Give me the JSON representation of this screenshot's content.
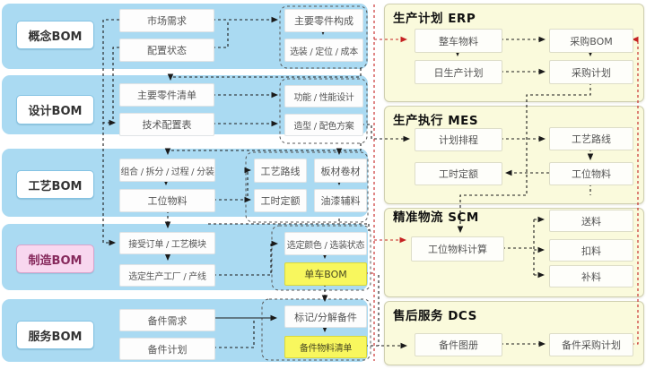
{
  "left": {
    "bands": [
      {
        "label": "概念BOM"
      },
      {
        "label": "设计BOM"
      },
      {
        "label": "工艺BOM"
      },
      {
        "label": "制造BOM"
      },
      {
        "label": "服务BOM"
      }
    ]
  },
  "nodes": {
    "market_demand": "市场需求",
    "config_status": "配置状态",
    "main_parts_composition": "主要零件构成",
    "option_position_cost": "选装 / 定位 / 成本",
    "main_parts_list": "主要零件清单",
    "tech_config_table": "技术配置表",
    "function_performance_design": "功能 / 性能设计",
    "styling_color_scheme": "造型 / 配色方案",
    "combine_split_process_subassembly": "组合 / 拆分 / 过程 / 分装",
    "station_material_left": "工位物料",
    "process_route_left": "工艺路线",
    "sheet_coil_material": "板材卷材",
    "workhour_quota_left": "工时定额",
    "paint_auxiliary": "油漆辅料",
    "accept_order_process_module": "接受订单 / 工艺模块",
    "select_factory_line": "选定生产工厂 / 产线",
    "select_color_option_status": "选定颜色 / 选装状态",
    "vehicle_bom": "单车BOM",
    "spare_demand": "备件需求",
    "spare_plan": "备件计划",
    "mark_decompose_spare": "标记/分解备件",
    "spare_material_list": "备件物料清单",
    "vehicle_material": "整车物料",
    "purchase_bom": "采购BOM",
    "daily_production_plan": "日生产计划",
    "purchase_plan": "采购计划",
    "plan_scheduling": "计划排程",
    "process_route_mes": "工艺路线",
    "workhour_quota_mes": "工时定额",
    "station_material_mes": "工位物料",
    "station_material_calc": "工位物料计算",
    "deliver_material": "送料",
    "deduct_material": "扣料",
    "replenish_material": "补料",
    "spare_atlas": "备件图册",
    "spare_purchase_plan": "备件采购计划"
  },
  "right": {
    "sections": [
      {
        "title": "生产计划 ERP"
      },
      {
        "title": "生产执行 MES"
      },
      {
        "title": "精准物流 SCM"
      },
      {
        "title": "售后服务 DCS"
      }
    ]
  },
  "colors": {
    "band_blue": "#aadaf2",
    "panel_yellow": "#fafadc",
    "highlight_yellow": "#f8f75e",
    "manufacturing_pink": "#f8d7ef",
    "flow_red": "#c52222",
    "line_black": "#1a1a1a"
  }
}
